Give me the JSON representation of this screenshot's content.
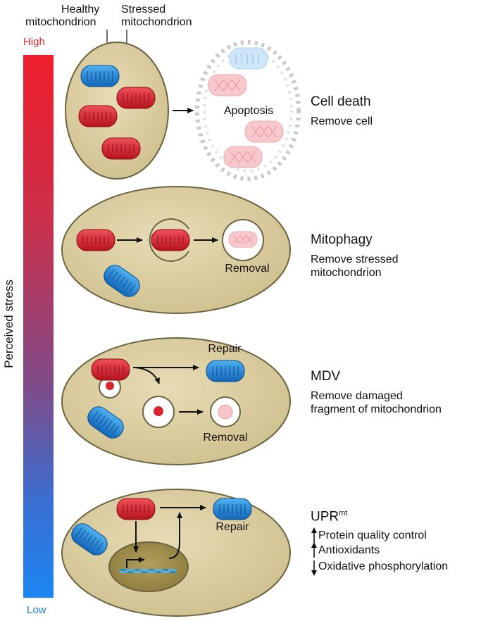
{
  "scale": {
    "high": "High",
    "low": "Low",
    "axis_label": "Perceived stress"
  },
  "header": {
    "healthy": [
      "Healthy",
      "mitochondrion"
    ],
    "stressed": [
      "Stressed",
      "mitochondrion"
    ]
  },
  "panels": [
    {
      "title": "Cell death",
      "desc": [
        "Remove cell"
      ],
      "inner_label": "Apoptosis"
    },
    {
      "title": "Mitophagy",
      "desc": [
        "Remove stressed",
        "mitochondrion"
      ],
      "inner_label": "Removal"
    },
    {
      "title": "MDV",
      "desc": [
        "Remove damaged",
        "fragment of mitochondrion"
      ],
      "inner_labels": [
        "Repair",
        "Removal"
      ]
    },
    {
      "title": "UPR",
      "title_sup": "mt",
      "inner_label": "Repair",
      "effects": [
        {
          "direction": "up",
          "text": "Protein quality control"
        },
        {
          "direction": "up",
          "text": "Antioxidants"
        },
        {
          "direction": "down",
          "text": "Oxidative phosphorylation"
        }
      ]
    }
  ],
  "colors": {
    "healthy": "#1e82d2",
    "stressed": "#d8242e",
    "cell": "#ddd0a4",
    "cell_border": "#6b6440"
  }
}
